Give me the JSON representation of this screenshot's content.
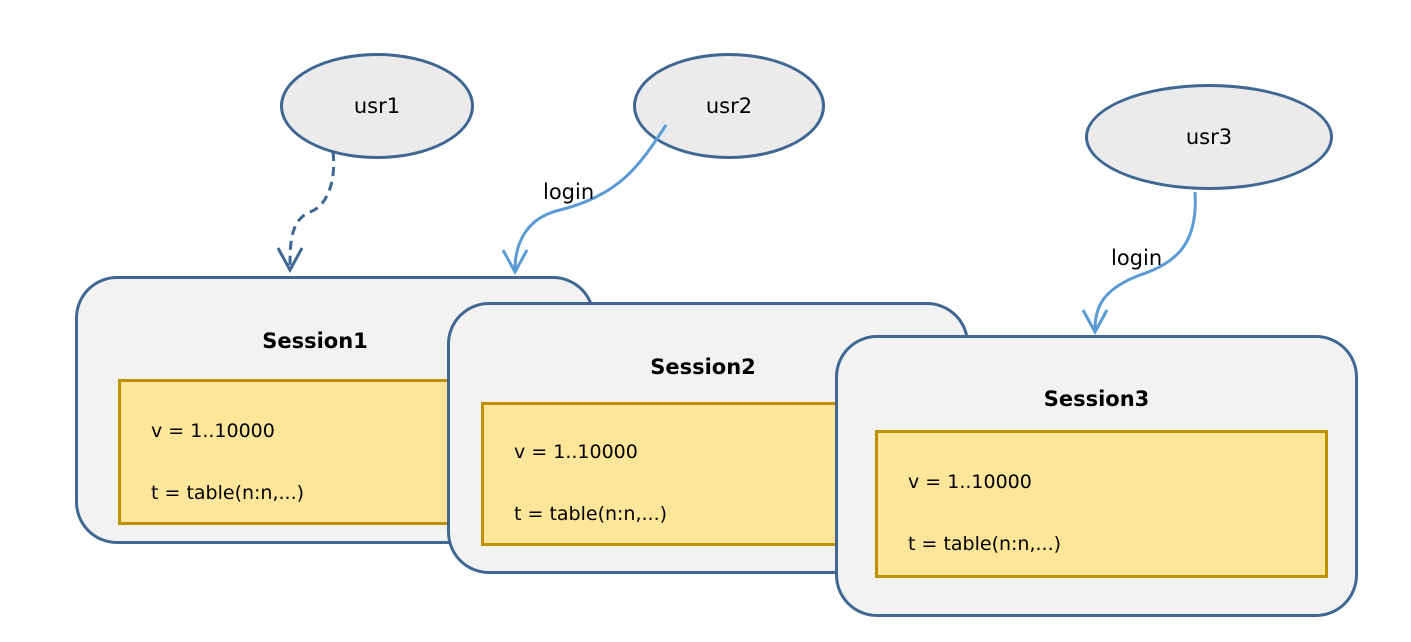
{
  "users": [
    {
      "label": "usr1"
    },
    {
      "label": "usr2"
    },
    {
      "label": "usr3"
    }
  ],
  "sessions": [
    {
      "title": "Session1",
      "lines": [
        "v = 1..10000",
        "t = table(n:n,...)"
      ]
    },
    {
      "title": "Session2",
      "lines": [
        "v = 1..10000",
        "t = table(n:n,...)"
      ]
    },
    {
      "title": "Session3",
      "lines": [
        "v = 1..10000",
        "t = table(n:n,...)"
      ]
    }
  ],
  "connections": [
    {
      "from": "usr1",
      "to": "Session1",
      "style": "dashed",
      "label": ""
    },
    {
      "from": "usr2",
      "to": "Session1",
      "style": "solid",
      "label": "login"
    },
    {
      "from": "usr3",
      "to": "Session3",
      "style": "solid",
      "label": "login"
    }
  ],
  "colors": {
    "outline": "#3f6792",
    "ellipse_fill": "#ebebeb",
    "session_fill": "#f2f2f3",
    "var_box_fill": "#fde599",
    "var_box_border": "#bf9000",
    "arrow_solid": "#5b9bd5",
    "arrow_dashed": "#3f6792"
  }
}
